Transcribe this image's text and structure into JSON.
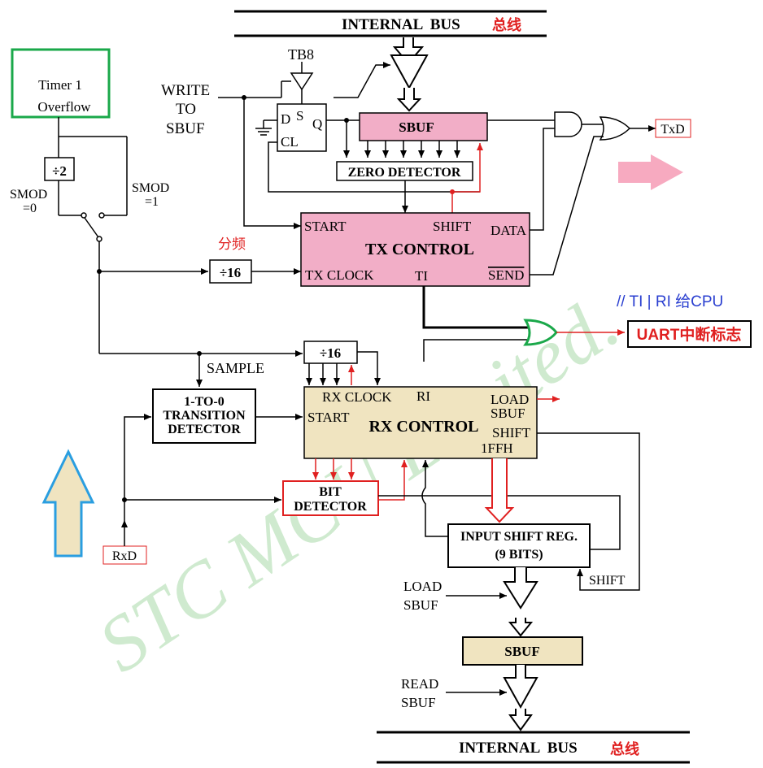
{
  "top_bus": {
    "label": "INTERNAL  BUS",
    "cn": "总线"
  },
  "bottom_bus": {
    "label": "INTERNAL  BUS",
    "cn": "总线"
  },
  "timer": {
    "line1": "Timer 1",
    "line2": "Overflow"
  },
  "div2": "÷2",
  "smod0": {
    "l1": "SMOD",
    "l2": "=0"
  },
  "smod1": {
    "l1": "SMOD",
    "l2": "=1"
  },
  "tb8": "TB8",
  "write": {
    "l1": "WRITE",
    "l2": "TO",
    "l3": "SBUF"
  },
  "ff": {
    "d": "D",
    "s": "S",
    "q": "Q",
    "cl": "CL"
  },
  "sbuf_tx": "SBUF",
  "zero_detector": "ZERO DETECTOR",
  "txd": "TxD",
  "fenpin": "分频",
  "div16_tx": "÷16",
  "tx_control": {
    "title": "TX CONTROL",
    "start": "START",
    "shift": "SHIFT",
    "data": "DATA",
    "clock": "TX CLOCK",
    "ti": "TI",
    "send": "SEND"
  },
  "comment": "// TI | RI 给CPU",
  "uart_flag": "UART中断标志",
  "sample": "SAMPLE",
  "div16_rx": "÷16",
  "transition": {
    "l1": "1-TO-0",
    "l2": "TRANSITION",
    "l3": "DETECTOR"
  },
  "rx_control": {
    "title": "RX CONTROL",
    "clock": "RX CLOCK",
    "ri": "RI",
    "start": "START",
    "load": "LOAD",
    "sbuf": "SBUF",
    "shift": "SHIFT",
    "ffh": "1FFH"
  },
  "bit_detector": {
    "l1": "BIT",
    "l2": "DETECTOR"
  },
  "rxd": "RxD",
  "input_shift": {
    "l1": "INPUT SHIFT REG.",
    "l2": "(9 BITS)"
  },
  "shift_label": "SHIFT",
  "load_sbuf": {
    "l1": "LOAD",
    "l2": "SBUF"
  },
  "sbuf_rx": "SBUF",
  "read_sbuf": {
    "l1": "READ",
    "l2": "SBUF"
  },
  "watermark": "STC   MCU   Limited.",
  "colors": {
    "pink": "#f2aec7",
    "tan": "#f0e4c0",
    "red": "#e02020",
    "green": "#1aa84a",
    "blue": "#2a9ee0",
    "comment": "#2a3fd0"
  }
}
